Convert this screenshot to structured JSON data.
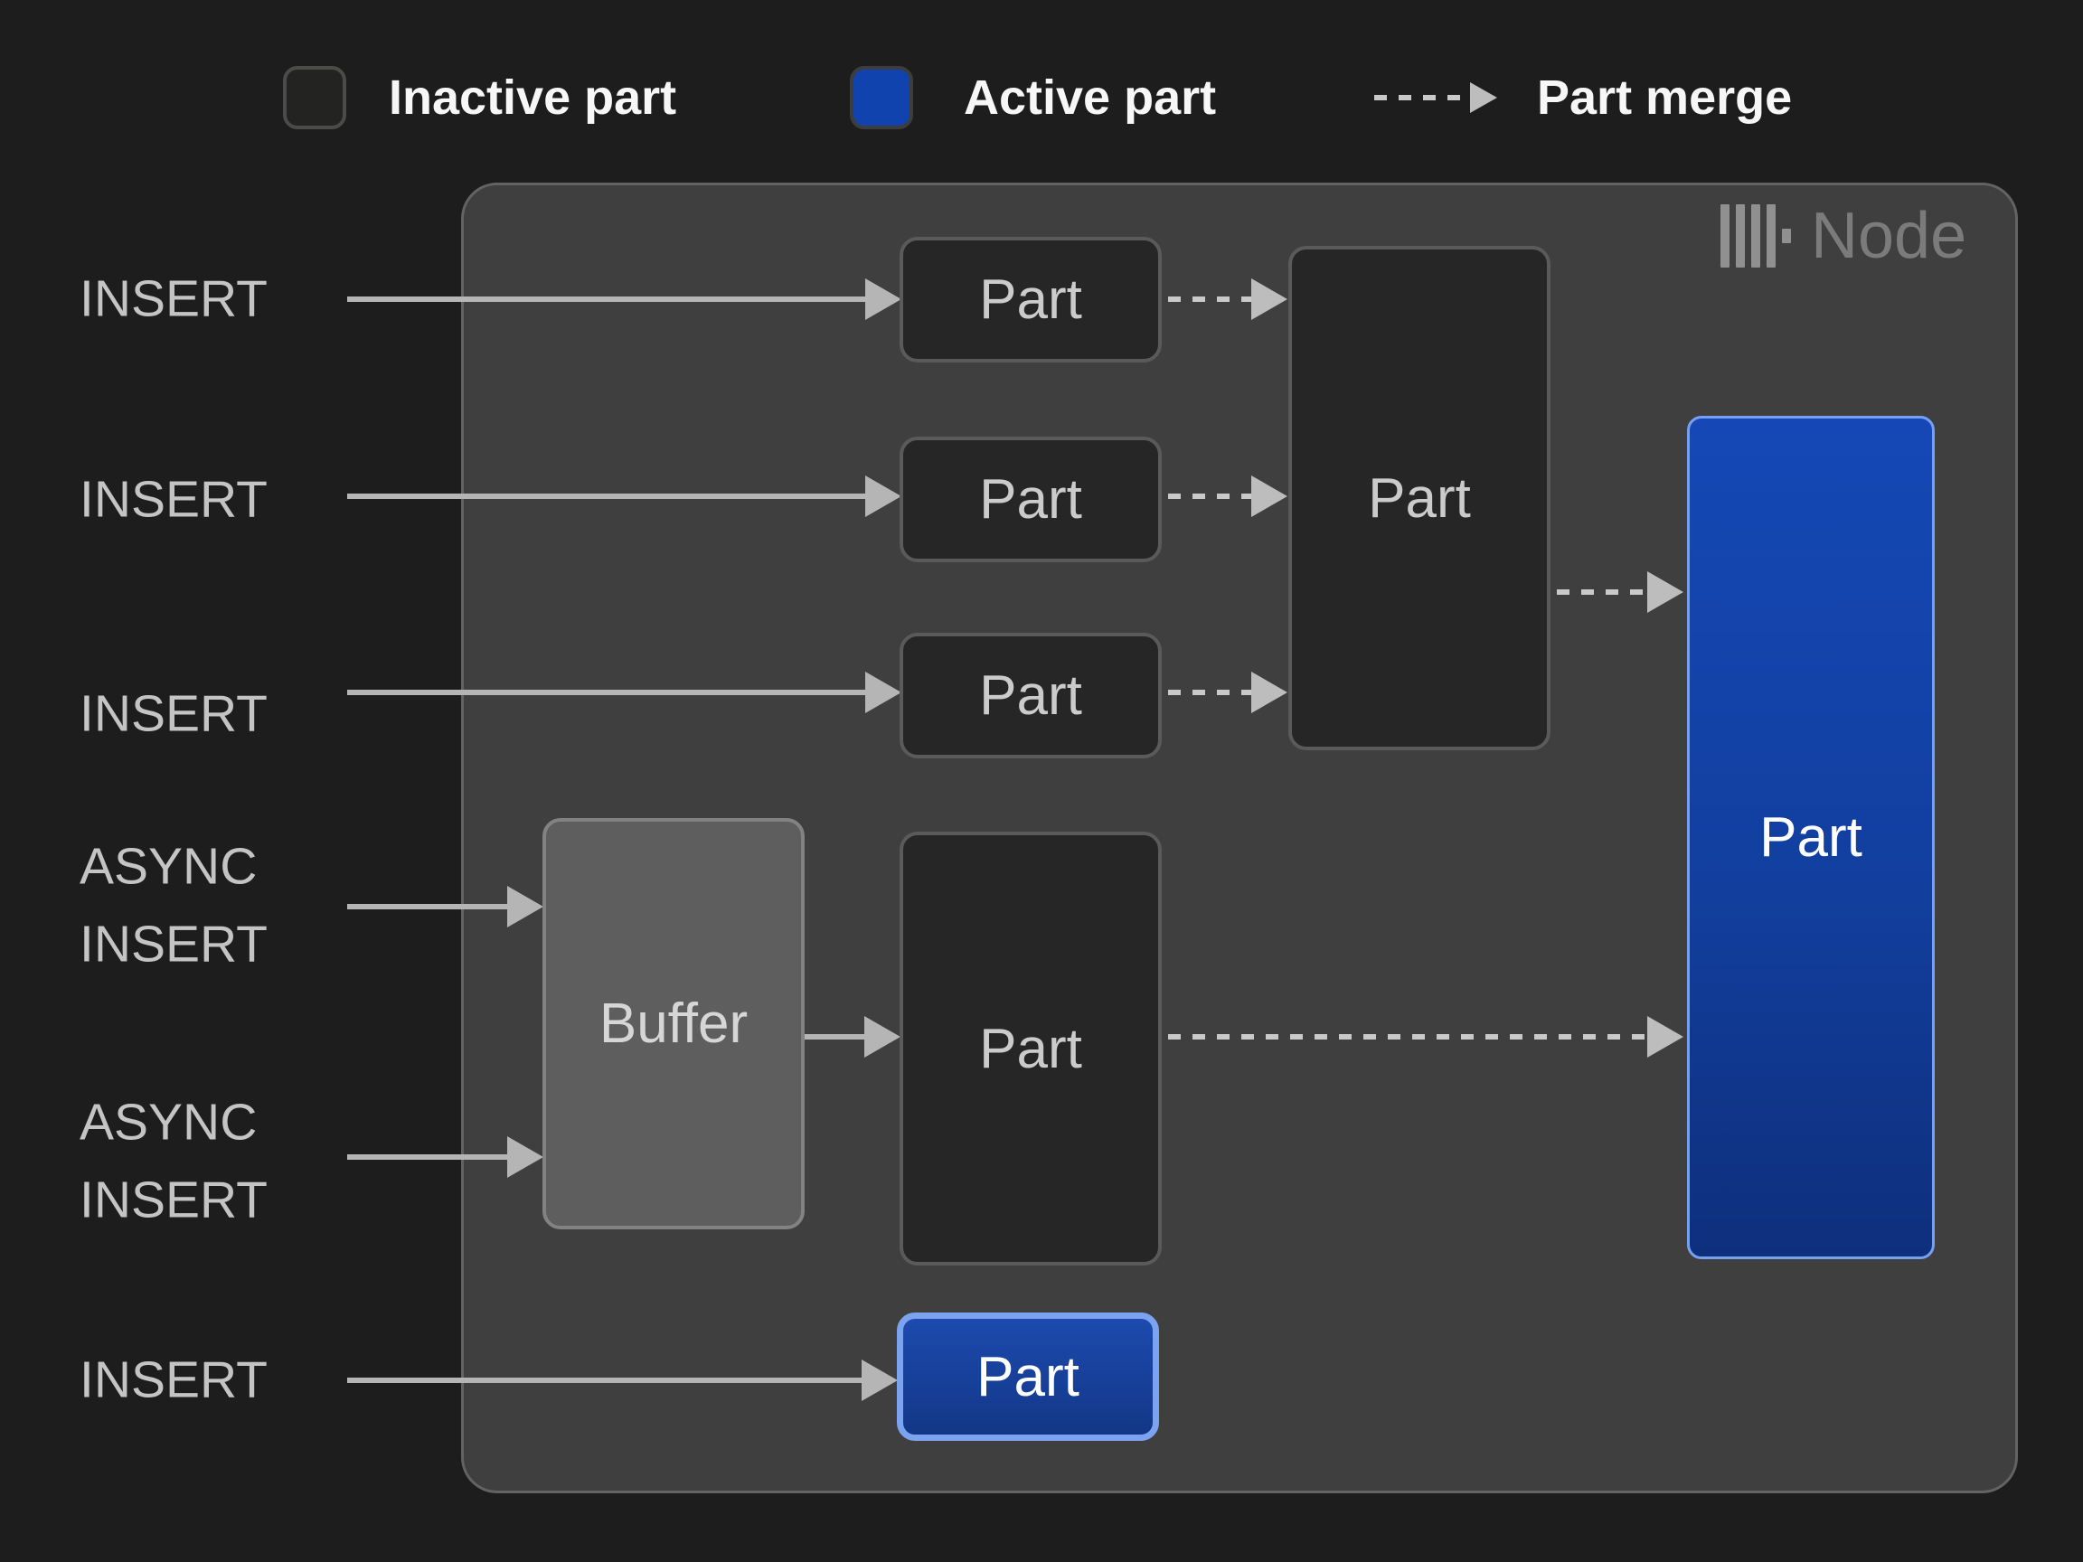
{
  "legend": {
    "inactive_label": "Inactive part",
    "active_label": "Active part",
    "merge_label": "Part merge"
  },
  "node": {
    "title": "Node",
    "logo": "clickhouse-bars-icon"
  },
  "sources": [
    {
      "id": "insert-1",
      "label": "INSERT"
    },
    {
      "id": "insert-2",
      "label": "INSERT"
    },
    {
      "id": "insert-3",
      "label": "INSERT"
    },
    {
      "id": "async-insert-1",
      "label": "ASYNC INSERT"
    },
    {
      "id": "async-insert-2",
      "label": "ASYNC INSERT"
    },
    {
      "id": "insert-4",
      "label": "INSERT"
    }
  ],
  "parts": {
    "small_part_1": "Part",
    "small_part_2": "Part",
    "small_part_3": "Part",
    "merge_part": "Part",
    "buffer": "Buffer",
    "async_part": "Part",
    "active_part": "Part",
    "bottom_part": "Part"
  },
  "colors": {
    "background": "#1d1d1d",
    "node_fill": "#3f3f3f",
    "inactive_part_fill": "#262626",
    "active_part_fill": "#1548b6",
    "active_part_border": "#76a0f2",
    "buffer_fill": "#5e5e5e",
    "arrow": "#b5b5b5"
  }
}
